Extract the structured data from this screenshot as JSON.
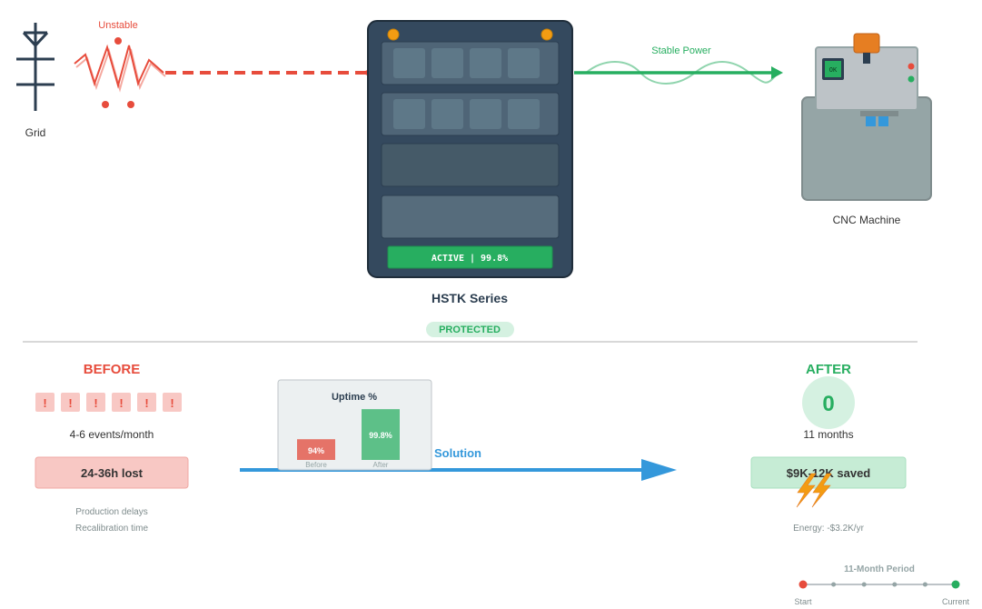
{
  "top": {
    "grid_label": "Grid",
    "unstable_label": "Unstable",
    "stable_label": "Stable Power",
    "cabinet_title": "HSTK Series",
    "cabinet_status": "ACTIVE | 99.8%",
    "protected_badge": "PROTECTED",
    "cnc_label": "CNC Machine",
    "cnc_screen": "OK"
  },
  "before": {
    "heading": "BEFORE",
    "alert_glyph": "!",
    "alert_count": 6,
    "events": "4-6 events/month",
    "lost": "24-36h lost",
    "note1": "Production delays",
    "note2": "Recalibration time"
  },
  "middle": {
    "solution_label": "Solution"
  },
  "chart_data": {
    "type": "bar",
    "title": "Uptime %",
    "categories": [
      "Before",
      "After"
    ],
    "values": [
      94,
      99.8
    ],
    "value_labels": [
      "94%",
      "99.8%"
    ],
    "ylim": [
      90,
      100
    ]
  },
  "after": {
    "heading": "AFTER",
    "count": "0",
    "months": "11 months",
    "saved": "$9K-12K saved",
    "energy": "Energy: -$3.2K/yr"
  },
  "timeline": {
    "title": "11-Month Period",
    "start": "Start",
    "current": "Current",
    "steps": 6
  },
  "colors": {
    "red": "#e74c3c",
    "green": "#27ae60",
    "blue": "#3498db",
    "cabinet": "#34495e",
    "orange": "#f39c12"
  }
}
